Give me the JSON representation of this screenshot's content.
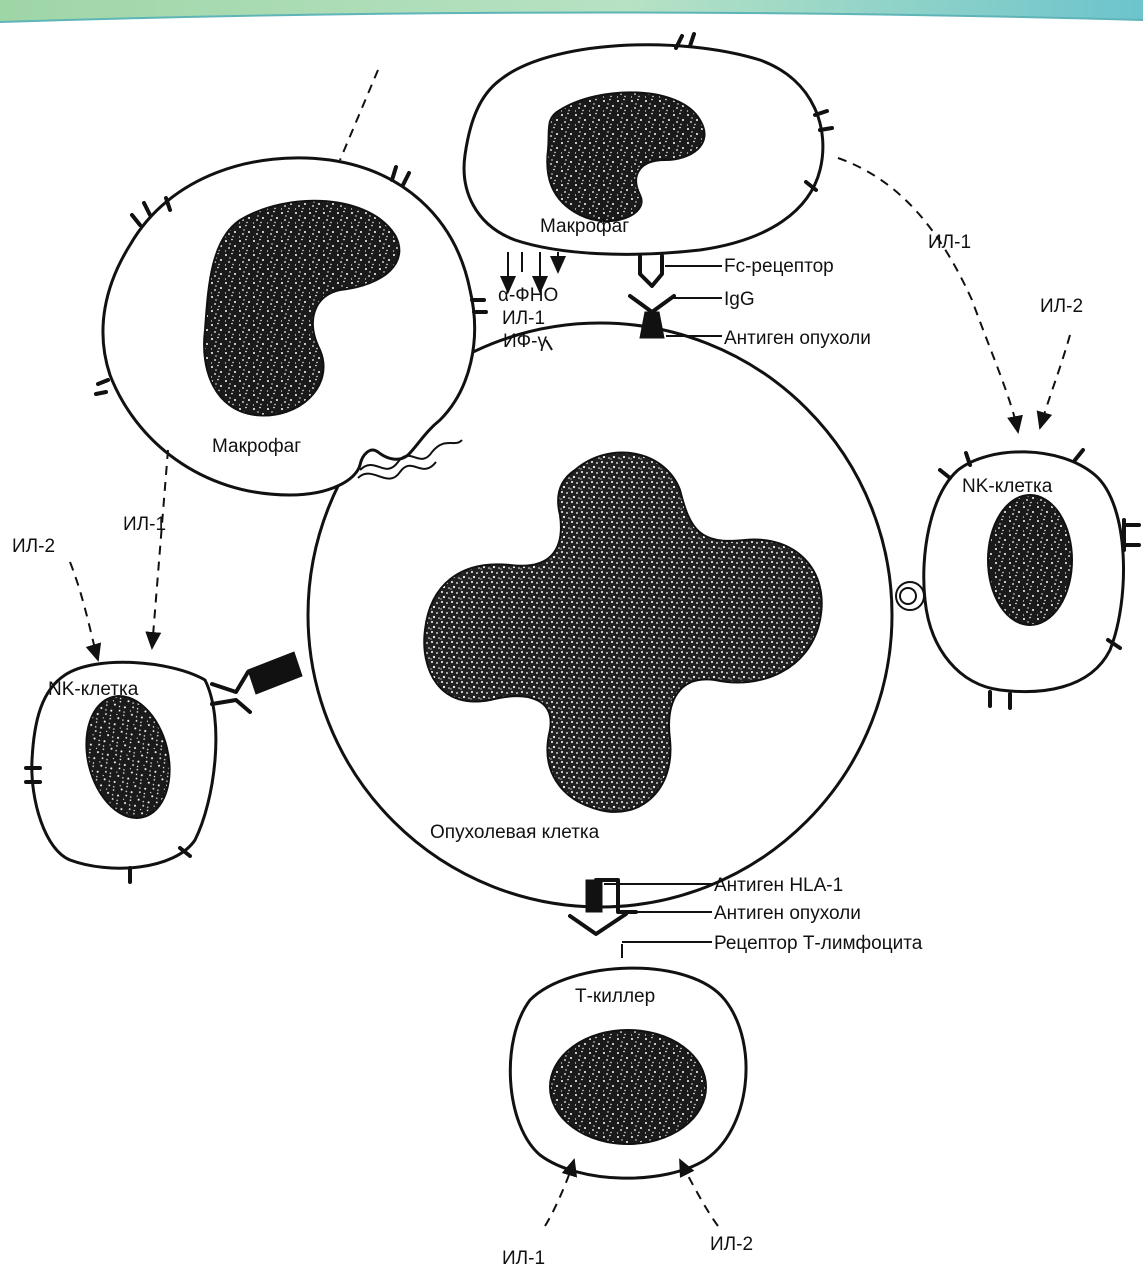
{
  "colors": {
    "ink": "#111111",
    "background": "#ffffff",
    "banner_green": "#9fd6a6",
    "banner_teal": "#6cc4cc"
  },
  "labels": {
    "macrophage_left": "Макрофаг",
    "macrophage_top": "Макрофаг",
    "nk_left": "NK-клетка",
    "nk_right": "NK-клетка",
    "tumor_cell": "Опухолевая клетка",
    "t_killer": "Т-киллер"
  },
  "cytokines": {
    "tnf_alpha": "-ФНО",
    "il1_center": "ИЛ-1",
    "ifn_gamma": "ИФ-",
    "il1_top_right": "ИЛ-1",
    "il2_right": "ИЛ-2",
    "il1_left": "ИЛ-1",
    "il2_left": "ИЛ-2",
    "il1_bottom": "ИЛ-1",
    "il2_bottom": "ИЛ-2"
  },
  "receptors": {
    "fc_receptor": "Fc-рецептор",
    "igg": "IgG",
    "tumor_antigen_top": "Антиген опухоли",
    "hla1_antigen": "Антиген HLA-1",
    "tumor_antigen_bottom": "Антиген опухоли",
    "t_cell_receptor": "Рецептор Т-лимфоцита"
  }
}
